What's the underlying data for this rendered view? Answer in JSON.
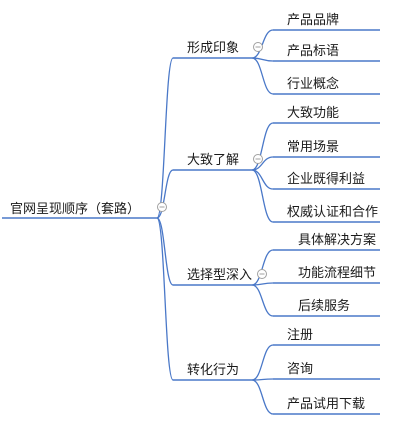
{
  "root": {
    "label": "官网呈现顺序（套路）"
  },
  "branches": [
    {
      "label": "形成印象",
      "children": [
        "产品品牌",
        "产品标语",
        "行业概念"
      ]
    },
    {
      "label": "大致了解",
      "children": [
        "大致功能",
        "常用场景",
        "企业既得利益",
        "权威认证和合作"
      ]
    },
    {
      "label": "选择型深入",
      "children": [
        "具体解决方案",
        "功能流程细节",
        "后续服务"
      ]
    },
    {
      "label": "转化行为",
      "children": [
        "注册",
        "咨询",
        "产品试用下载"
      ]
    }
  ],
  "colors": {
    "edge": "#4a78c8",
    "collapse": "#a0a0a0"
  },
  "icons": {
    "collapse": "minus-circle-icon"
  }
}
